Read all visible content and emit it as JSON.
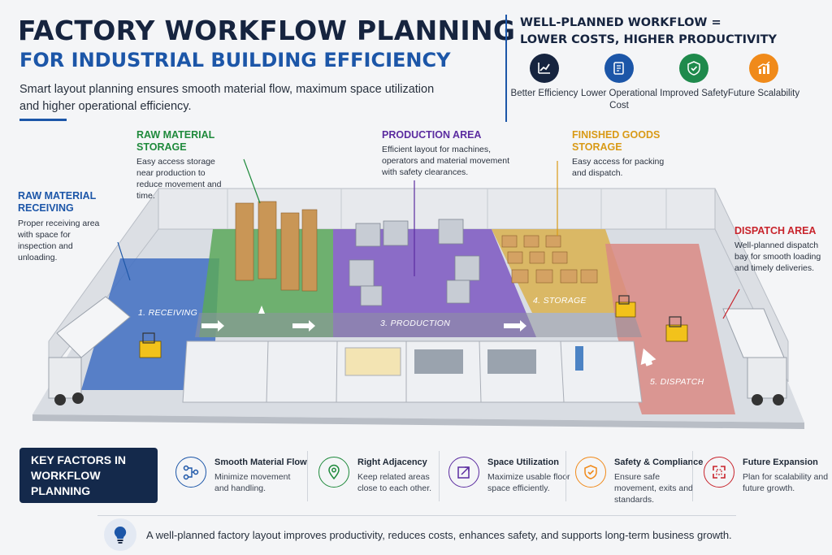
{
  "header": {
    "title": "FACTORY WORKFLOW PLANNING",
    "subtitle": "FOR INDUSTRIAL BUILDING EFFICIENCY",
    "intro": "Smart layout planning ensures smooth material flow, maximum space utilization and higher operational efficiency."
  },
  "benefits": {
    "title_line1": "WELL-PLANNED WORKFLOW =",
    "title_line2": "LOWER COSTS, HIGHER PRODUCTIVITY",
    "items": [
      {
        "label": "Better Efficiency",
        "icon": "chart-line-icon",
        "color": "#16243f"
      },
      {
        "label": "Lower Operational Cost",
        "icon": "document-dollar-icon",
        "color": "#1c56a8"
      },
      {
        "label": "Improved Safety",
        "icon": "shield-check-icon",
        "color": "#1f8a4c"
      },
      {
        "label": "Future Scalability",
        "icon": "bar-growth-icon",
        "color": "#f08a1a"
      }
    ]
  },
  "zones": [
    {
      "title_line1": "RAW MATERIAL",
      "title_line2": "RECEIVING",
      "desc": "Proper receiving area with space for inspection and unloading.",
      "color": "#1c56a8"
    },
    {
      "title_line1": "RAW MATERIAL",
      "title_line2": "STORAGE",
      "desc": "Easy access storage near production to reduce movement and time.",
      "color": "#1f8a3c"
    },
    {
      "title_line1": "PRODUCTION AREA",
      "title_line2": "",
      "desc": "Efficient layout for machines, operators and material movement with safety clearances.",
      "color": "#5b2ca0"
    },
    {
      "title_line1": "FINISHED GOODS",
      "title_line2": "STORAGE",
      "desc": "Easy access for packing and dispatch.",
      "color": "#d99a16"
    },
    {
      "title_line1": "DISPATCH AREA",
      "title_line2": "",
      "desc": "Well-planned dispatch bay for smooth loading and timely deliveries.",
      "color": "#c8242c"
    }
  ],
  "steps": [
    "1. RECEIVING",
    "3. PRODUCTION",
    "4. STORAGE",
    "5. DISPATCH"
  ],
  "key_factors": {
    "heading_line1": "KEY FACTORS IN",
    "heading_line2": "WORKFLOW PLANNING",
    "items": [
      {
        "title": "Smooth Material Flow",
        "desc": "Minimize movement and handling.",
        "icon": "flow-nodes-icon",
        "color": "#1c56a8"
      },
      {
        "title": "Right Adjacency",
        "desc": "Keep related areas close to each other.",
        "icon": "location-pin-icon",
        "color": "#1f8a3c"
      },
      {
        "title": "Space Utilization",
        "desc": "Maximize usable floor space efficiently.",
        "icon": "expand-square-icon",
        "color": "#5b2ca0"
      },
      {
        "title": "Safety & Compliance",
        "desc": "Ensure safe movement, exits and standards.",
        "icon": "shield-check-icon",
        "color": "#f08a1a"
      },
      {
        "title": "Future Expansion",
        "desc": "Plan for scalability and future growth.",
        "icon": "expand-corners-icon",
        "color": "#c8242c"
      }
    ]
  },
  "footer": {
    "text": "A well-planned factory layout improves productivity, reduces costs, enhances safety, and supports long-term business growth.",
    "icon": "lightbulb-icon"
  }
}
